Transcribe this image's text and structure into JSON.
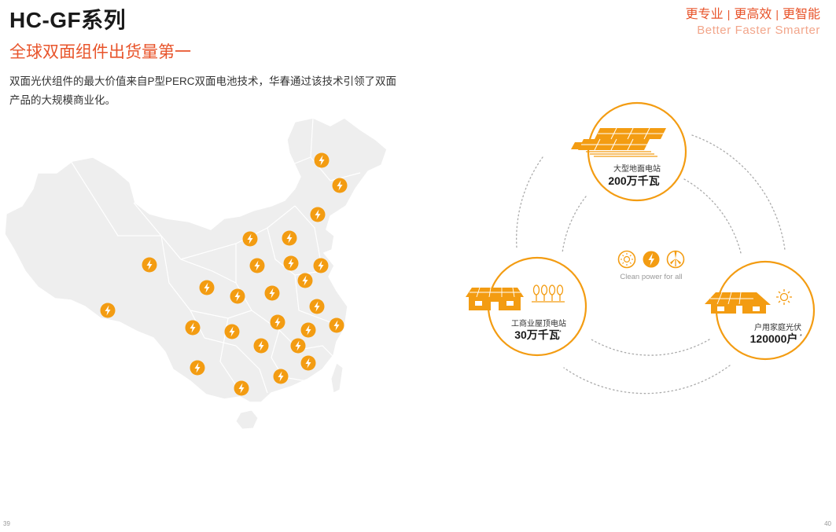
{
  "header": {
    "title": "HC-GF系列",
    "subtitle": "全球双面组件出货量第一",
    "description": "双面光伏组件的最大价值来自P型PERC双面电池技术，华春通过该技术引领了双面产品的大规模商业化。"
  },
  "slogan": {
    "items": [
      "更专业",
      "更高效",
      "更智能"
    ],
    "english": "Better Faster Smarter"
  },
  "diagram": {
    "center_text": "Clean power for all",
    "nodes": [
      {
        "label": "大型地面电站",
        "value": "200万千瓦",
        "mark": "*"
      },
      {
        "label": "工商业屋顶电站",
        "value": "30万千瓦",
        "mark": "*"
      },
      {
        "label": "户用家庭光伏",
        "value": "120000户",
        "mark": "*"
      }
    ]
  },
  "colors": {
    "accent": "#f39c12",
    "title_orange": "#e8542b",
    "map_fill": "#eeeeee"
  },
  "page_numbers": {
    "left": "39",
    "right": "40"
  }
}
